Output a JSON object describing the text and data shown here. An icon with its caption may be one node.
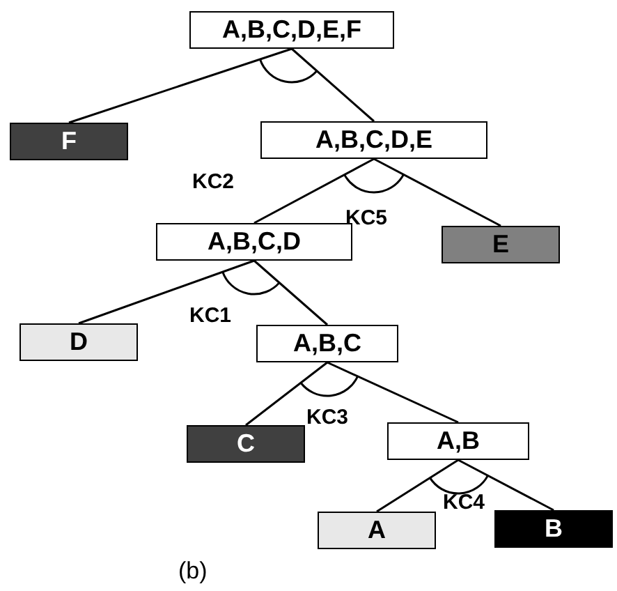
{
  "diagram": {
    "caption": "(b)",
    "nodes": [
      {
        "text": [
          "A,B,C,D,E,F"
        ]
      },
      {
        "text": [
          "F"
        ]
      },
      {
        "text": [
          "A,B,C,D,E"
        ]
      },
      {
        "text": [
          "A,B,C,D"
        ]
      },
      {
        "text": [
          "E"
        ]
      },
      {
        "text": [
          "D"
        ]
      },
      {
        "text": [
          "A,B,C"
        ]
      },
      {
        "text": [
          "C"
        ]
      },
      {
        "text": [
          "A,B"
        ]
      },
      {
        "text": [
          "A"
        ]
      },
      {
        "text": [
          "B"
        ]
      }
    ],
    "edges": [
      {
        "from": 0,
        "to": 1,
        "arrow": "none"
      },
      {
        "from": 0,
        "to": 2,
        "arrow": "none"
      },
      {
        "from": 2,
        "to": 3,
        "arrow": "none"
      },
      {
        "from": 2,
        "to": 4,
        "arrow": "none"
      },
      {
        "from": 3,
        "to": 5,
        "arrow": "none"
      },
      {
        "from": 3,
        "to": 6,
        "arrow": "none"
      },
      {
        "from": 6,
        "to": 7,
        "arrow": "none"
      },
      {
        "from": 6,
        "to": 8,
        "arrow": "none"
      },
      {
        "from": 8,
        "to": 9,
        "arrow": "none"
      },
      {
        "from": 8,
        "to": 10,
        "arrow": "none"
      }
    ],
    "labels": [
      "KC2",
      "KC5",
      "KC1",
      "KC3",
      "KC4"
    ]
  }
}
